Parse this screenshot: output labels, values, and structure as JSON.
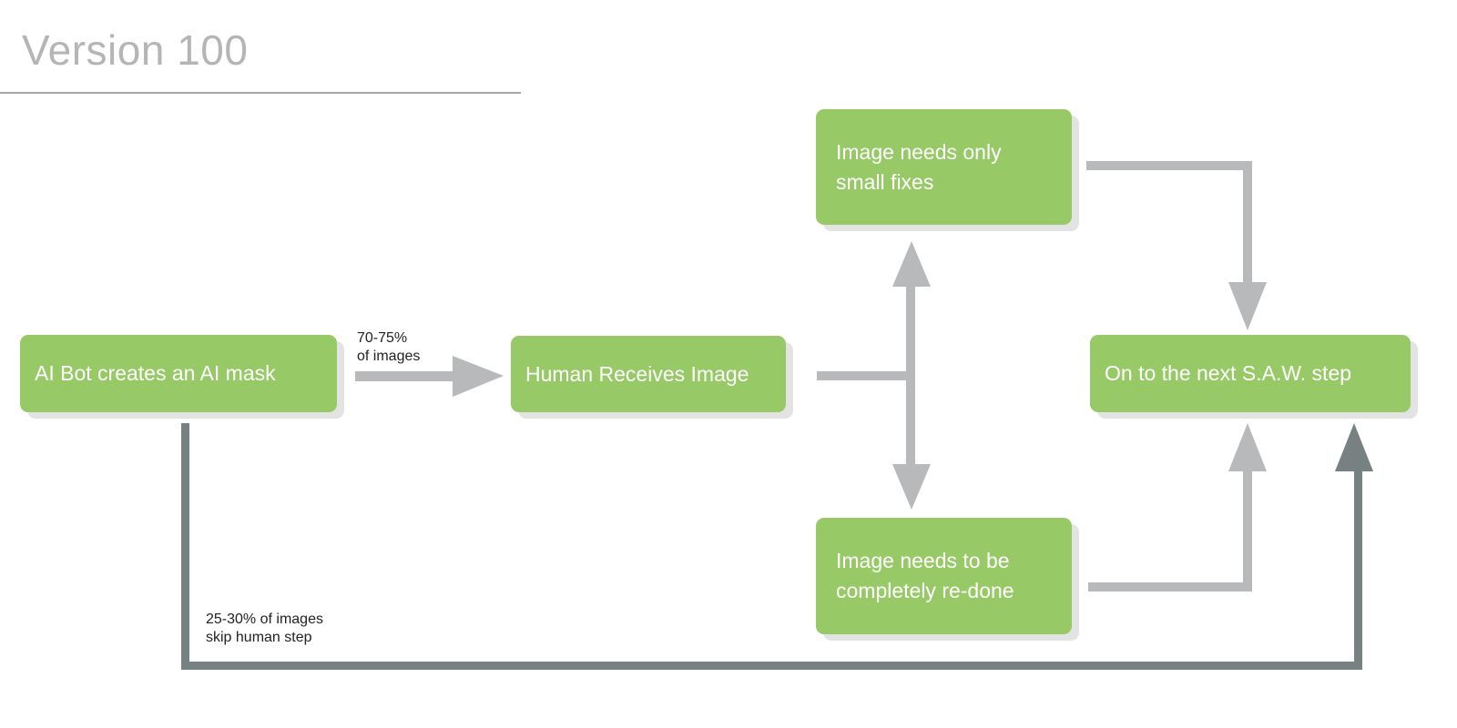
{
  "title": "Version 100",
  "nodes": {
    "ai_bot": "AI Bot creates an AI mask",
    "human": "Human Receives Image",
    "small_fixes": "Image needs only small fixes",
    "redo": "Image needs to be completely re-done",
    "next_step": "On to the next S.A.W. step"
  },
  "labels": {
    "to_human_line1": "70-75%",
    "to_human_line2": "of images",
    "skip_line1": "25-30% of images",
    "skip_line2": "skip human step"
  },
  "colors": {
    "box": "#97c966",
    "arrow": "#b8b9bb",
    "skip_arrow": "#778181"
  }
}
